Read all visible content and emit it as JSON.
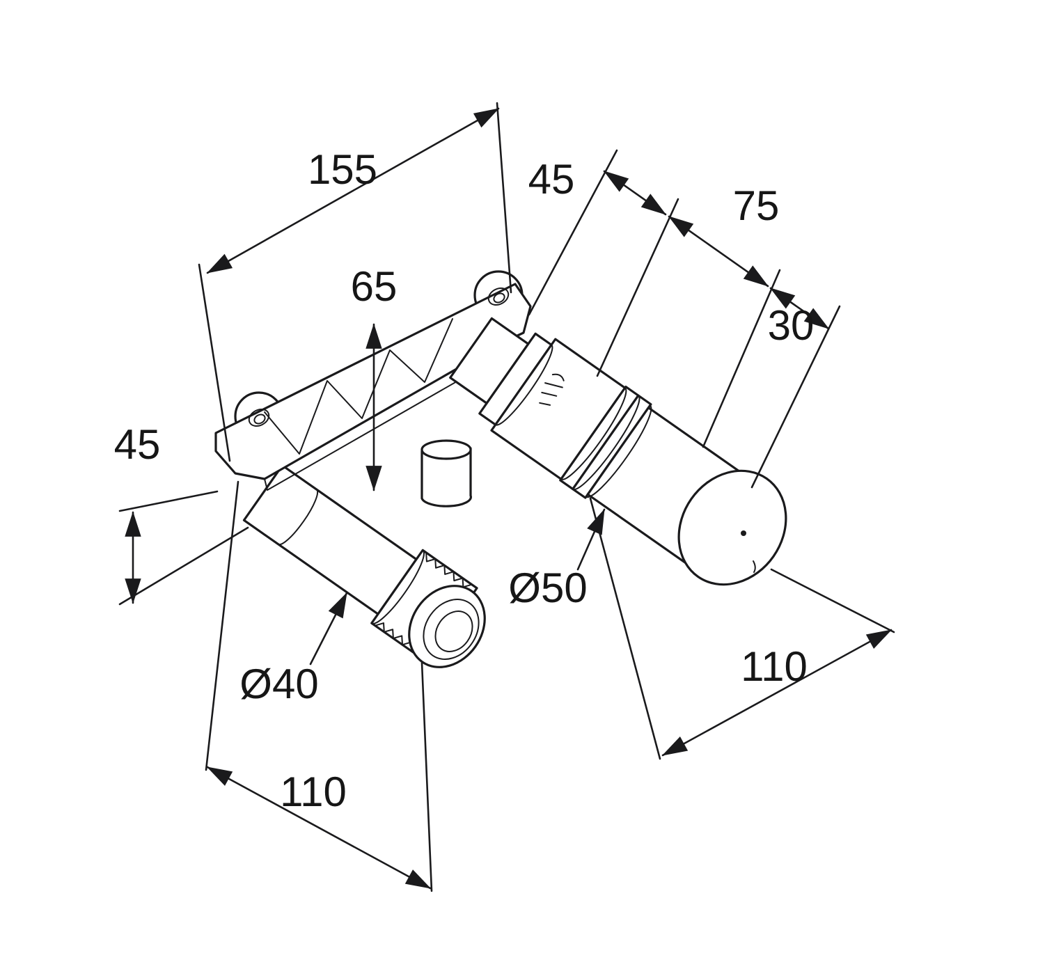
{
  "dims": {
    "d155": "155",
    "d45_top": "45",
    "d75": "75",
    "d30": "30",
    "d65": "65",
    "d45_left": "45",
    "dia50": "Ø50",
    "dia40": "Ø40",
    "d110_right": "110",
    "d110_bottom": "110"
  },
  "colors": {
    "line": "#1a1a1c",
    "background": "#ffffff"
  }
}
